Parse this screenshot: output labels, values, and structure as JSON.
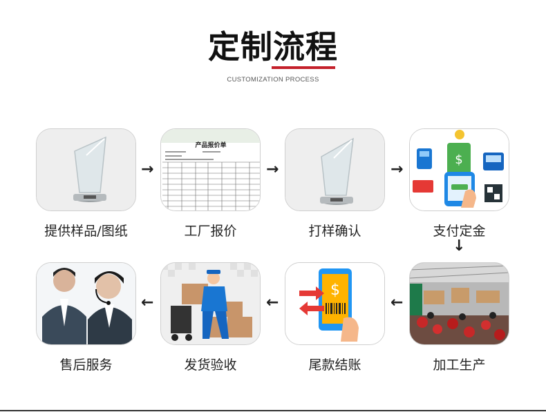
{
  "header": {
    "title": "定制流程",
    "subtitle": "CUSTOMIZATION PROCESS"
  },
  "quote_sheet": {
    "title": "产品报价单"
  },
  "steps": [
    {
      "label": "提供样品/图纸"
    },
    {
      "label": "工厂报价"
    },
    {
      "label": "打样确认"
    },
    {
      "label": "支付定金"
    },
    {
      "label": "加工生产"
    },
    {
      "label": "尾款结账"
    },
    {
      "label": "发货验收"
    },
    {
      "label": "售后服务"
    }
  ],
  "colors": {
    "accent": "#c4202a",
    "card_border": "#cfcfcf"
  }
}
